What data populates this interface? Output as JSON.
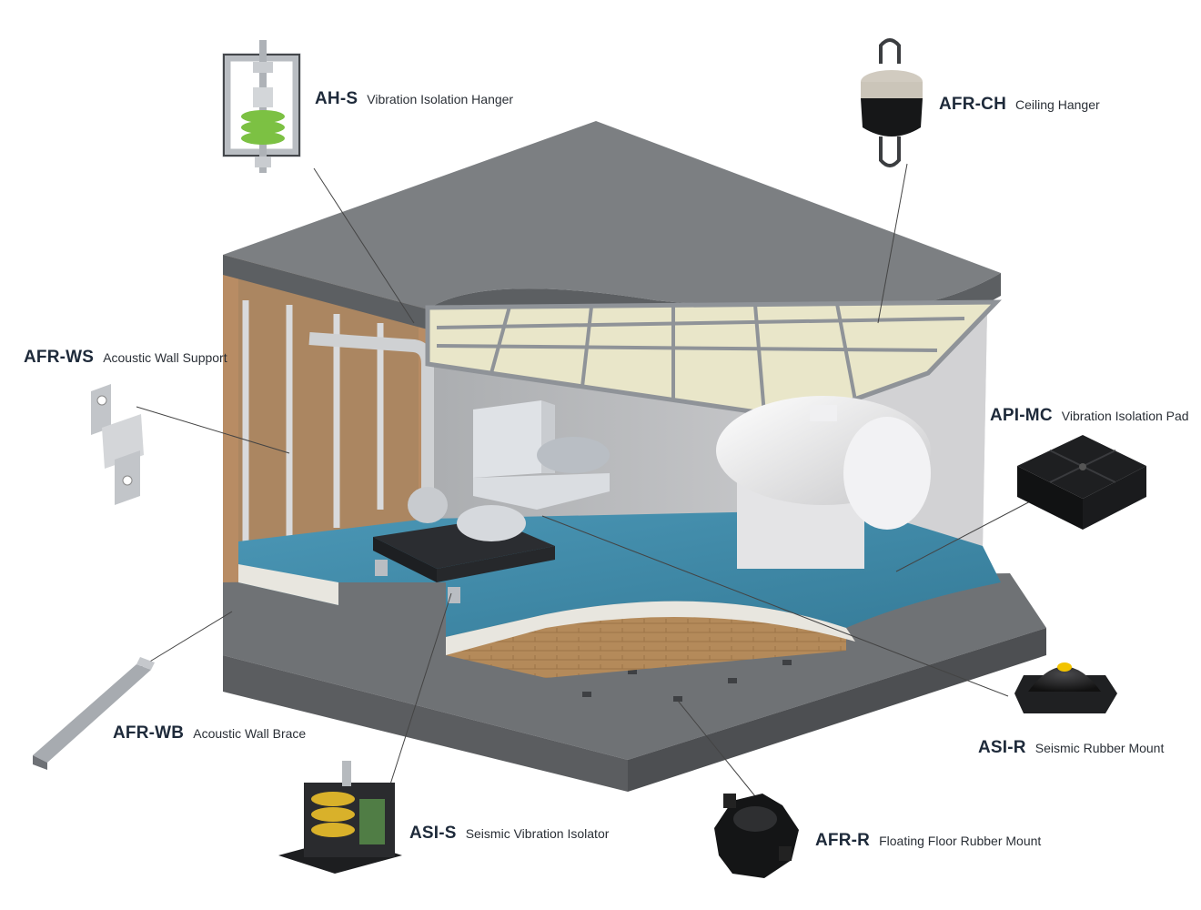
{
  "products": [
    {
      "id": "ah-s",
      "code": "AH-S",
      "name": "Vibration Isolation Hanger"
    },
    {
      "id": "afr-ch",
      "code": "AFR-CH",
      "name": "Ceiling Hanger"
    },
    {
      "id": "afr-ws",
      "code": "AFR-WS",
      "name": "Acoustic Wall Support"
    },
    {
      "id": "api-mc",
      "code": "API-MC",
      "name": "Vibration Isolation Pad"
    },
    {
      "id": "afr-wb",
      "code": "AFR-WB",
      "name": "Acoustic Wall Brace"
    },
    {
      "id": "asi-r",
      "code": "ASI-R",
      "name": "Seismic Rubber Mount"
    },
    {
      "id": "asi-s",
      "code": "ASI-S",
      "name": "Seismic Vibration Isolator"
    },
    {
      "id": "afr-r",
      "code": "AFR-R",
      "name": "Floating Floor Rubber Mount"
    }
  ],
  "colors": {
    "concrete": "#8a8d8f",
    "floor": "#3f8bab",
    "wall": "#c9c9cb",
    "insulation": "#b58a62",
    "spring_green": "#7cc143",
    "spring_yellow": "#d9b12a",
    "rubber": "#1c1c1e",
    "label_text": "#1e2a3a"
  }
}
